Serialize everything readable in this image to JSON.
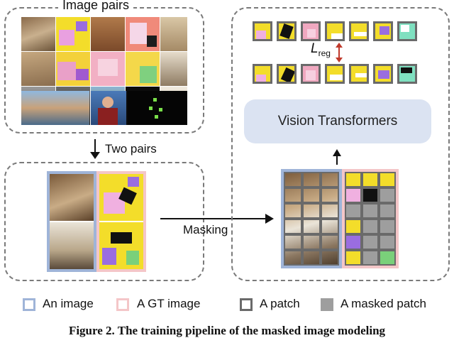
{
  "labels": {
    "image_pairs": "Image pairs",
    "two_pairs": "Two pairs",
    "masking": "Masking",
    "vision_transformers": "Vision Transformers",
    "loss_symbol": "L",
    "loss_subscript": "reg"
  },
  "legend": {
    "an_image": "An image",
    "gt_image": "A GT image",
    "patch": "A patch",
    "masked_patch": "A masked patch"
  },
  "caption": "Figure 2. The training pipeline of the masked image modeling",
  "colors": {
    "image_frame": "#9fb4d8",
    "gt_frame": "#f4c6c8",
    "patch_border": "#6a6a6a",
    "masked_patch": "#9e9e9e",
    "transformer_box": "#dbe3f2",
    "loss_arrow": "#c0392b"
  }
}
